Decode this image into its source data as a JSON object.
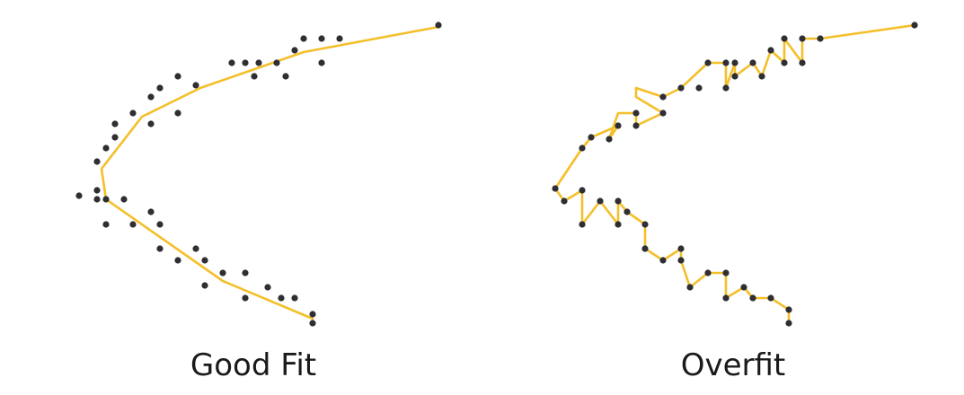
{
  "colors": {
    "point": "#2e2e33",
    "fit_line": "#f4bf2a",
    "background": "#ffffff"
  },
  "chart_data": [
    {
      "type": "scatter",
      "title": "Good Fit",
      "xlabel": "",
      "ylabel": "",
      "grid": false,
      "xlim": [
        0,
        480
      ],
      "ylim": [
        -30,
        390
      ],
      "points": [
        [
          0,
          218
        ],
        [
          20,
          212
        ],
        [
          20,
          222
        ],
        [
          30,
          222
        ],
        [
          50,
          222
        ],
        [
          20,
          180
        ],
        [
          30,
          165
        ],
        [
          40,
          153
        ],
        [
          40,
          138
        ],
        [
          60,
          126
        ],
        [
          80,
          138
        ],
        [
          80,
          108
        ],
        [
          90,
          98
        ],
        [
          110,
          85
        ],
        [
          110,
          126
        ],
        [
          130,
          95
        ],
        [
          170,
          70
        ],
        [
          185,
          70
        ],
        [
          200,
          70
        ],
        [
          195,
          85
        ],
        [
          220,
          70
        ],
        [
          230,
          85
        ],
        [
          240,
          56
        ],
        [
          250,
          43
        ],
        [
          270,
          43
        ],
        [
          270,
          70
        ],
        [
          290,
          43
        ],
        [
          30,
          250
        ],
        [
          60,
          250
        ],
        [
          80,
          236
        ],
        [
          90,
          250
        ],
        [
          90,
          277
        ],
        [
          110,
          290
        ],
        [
          130,
          277
        ],
        [
          140,
          290
        ],
        [
          140,
          318
        ],
        [
          160,
          304
        ],
        [
          185,
          304
        ],
        [
          185,
          332
        ],
        [
          210,
          320
        ],
        [
          225,
          332
        ],
        [
          240,
          332
        ],
        [
          260,
          350
        ],
        [
          260,
          360
        ],
        [
          400,
          28
        ]
      ],
      "fit_line": [
        [
          260,
          355
        ],
        [
          160,
          313
        ],
        [
          30,
          222
        ],
        [
          25,
          188
        ],
        [
          70,
          130
        ],
        [
          135,
          98
        ],
        [
          250,
          58
        ],
        [
          400,
          30
        ]
      ]
    },
    {
      "type": "scatter",
      "title": "Overfit",
      "xlabel": "",
      "ylabel": "",
      "grid": false,
      "xlim": [
        0,
        480
      ],
      "ylim": [
        -30,
        390
      ],
      "points": [
        [
          530,
          210
        ],
        [
          540,
          224
        ],
        [
          560,
          212
        ],
        [
          560,
          250
        ],
        [
          580,
          224
        ],
        [
          600,
          224
        ],
        [
          600,
          250
        ],
        [
          610,
          236
        ],
        [
          630,
          250
        ],
        [
          630,
          277
        ],
        [
          650,
          290
        ],
        [
          670,
          277
        ],
        [
          670,
          290
        ],
        [
          680,
          320
        ],
        [
          700,
          304
        ],
        [
          720,
          304
        ],
        [
          720,
          332
        ],
        [
          740,
          320
        ],
        [
          750,
          332
        ],
        [
          770,
          332
        ],
        [
          790,
          345
        ],
        [
          790,
          360
        ],
        [
          560,
          165
        ],
        [
          570,
          153
        ],
        [
          590,
          155
        ],
        [
          600,
          140
        ],
        [
          620,
          126
        ],
        [
          620,
          140
        ],
        [
          650,
          126
        ],
        [
          650,
          108
        ],
        [
          670,
          98
        ],
        [
          690,
          98
        ],
        [
          700,
          70
        ],
        [
          720,
          70
        ],
        [
          730,
          70
        ],
        [
          720,
          98
        ],
        [
          730,
          85
        ],
        [
          750,
          70
        ],
        [
          760,
          85
        ],
        [
          770,
          56
        ],
        [
          785,
          43
        ],
        [
          785,
          70
        ],
        [
          805,
          43
        ],
        [
          805,
          70
        ],
        [
          825,
          43
        ],
        [
          930,
          28
        ]
      ],
      "fit_line": [
        [
          790,
          360
        ],
        [
          790,
          345
        ],
        [
          770,
          332
        ],
        [
          750,
          332
        ],
        [
          740,
          320
        ],
        [
          720,
          332
        ],
        [
          720,
          304
        ],
        [
          700,
          304
        ],
        [
          680,
          320
        ],
        [
          670,
          290
        ],
        [
          670,
          277
        ],
        [
          650,
          290
        ],
        [
          630,
          277
        ],
        [
          630,
          250
        ],
        [
          610,
          236
        ],
        [
          600,
          224
        ],
        [
          600,
          250
        ],
        [
          580,
          224
        ],
        [
          560,
          250
        ],
        [
          560,
          212
        ],
        [
          540,
          224
        ],
        [
          530,
          210
        ],
        [
          560,
          165
        ],
        [
          570,
          153
        ],
        [
          600,
          140
        ],
        [
          590,
          155
        ],
        [
          600,
          126
        ],
        [
          620,
          126
        ],
        [
          620,
          140
        ],
        [
          650,
          126
        ],
        [
          620,
          108
        ],
        [
          620,
          98
        ],
        [
          650,
          108
        ],
        [
          670,
          98
        ],
        [
          700,
          70
        ],
        [
          720,
          70
        ],
        [
          720,
          98
        ],
        [
          730,
          70
        ],
        [
          730,
          85
        ],
        [
          750,
          70
        ],
        [
          760,
          85
        ],
        [
          770,
          56
        ],
        [
          785,
          70
        ],
        [
          785,
          43
        ],
        [
          805,
          70
        ],
        [
          805,
          43
        ],
        [
          825,
          43
        ],
        [
          930,
          28
        ]
      ]
    }
  ]
}
